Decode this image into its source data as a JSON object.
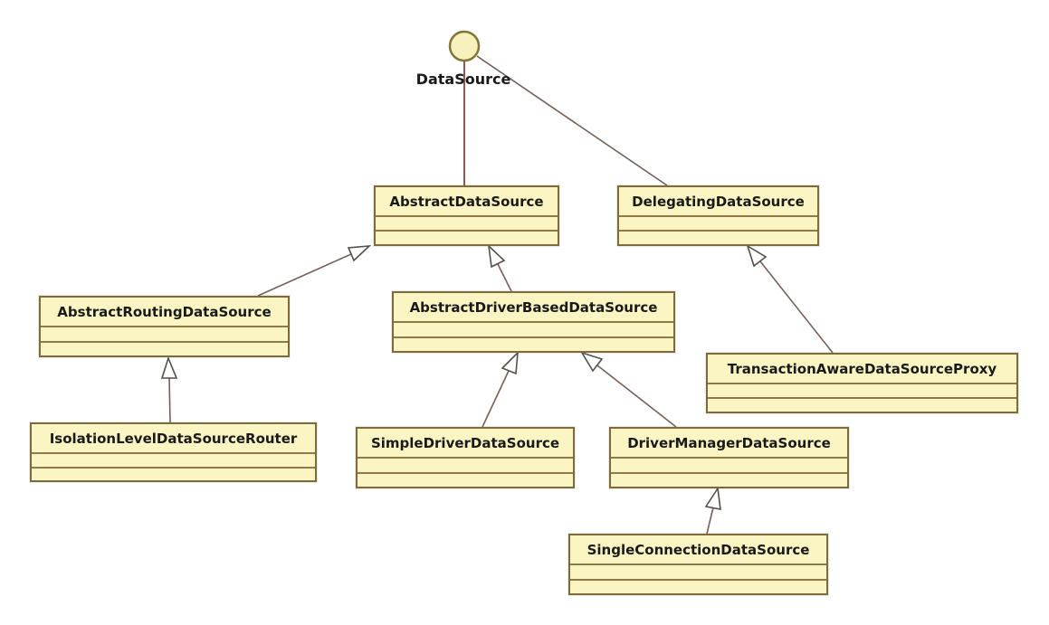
{
  "diagram": {
    "kind": "uml-class-diagram",
    "interface": {
      "name": "DataSource"
    },
    "classes": [
      {
        "name": "AbstractDataSource"
      },
      {
        "name": "DelegatingDataSource"
      },
      {
        "name": "AbstractRoutingDataSource"
      },
      {
        "name": "AbstractDriverBasedDataSource"
      },
      {
        "name": "TransactionAwareDataSourceProxy"
      },
      {
        "name": "IsolationLevelDataSourceRouter"
      },
      {
        "name": "SimpleDriverDataSource"
      },
      {
        "name": "DriverManagerDataSource"
      },
      {
        "name": "SingleConnectionDataSource"
      }
    ],
    "relations": [
      {
        "from": "AbstractDataSource",
        "to": "DataSource",
        "type": "realization"
      },
      {
        "from": "DelegatingDataSource",
        "to": "DataSource",
        "type": "realization"
      },
      {
        "from": "AbstractRoutingDataSource",
        "to": "AbstractDataSource",
        "type": "generalization"
      },
      {
        "from": "AbstractDriverBasedDataSource",
        "to": "AbstractDataSource",
        "type": "generalization"
      },
      {
        "from": "TransactionAwareDataSourceProxy",
        "to": "DelegatingDataSource",
        "type": "generalization"
      },
      {
        "from": "IsolationLevelDataSourceRouter",
        "to": "AbstractRoutingDataSource",
        "type": "generalization"
      },
      {
        "from": "SimpleDriverDataSource",
        "to": "AbstractDriverBasedDataSource",
        "type": "generalization"
      },
      {
        "from": "DriverManagerDataSource",
        "to": "AbstractDriverBasedDataSource",
        "type": "generalization"
      },
      {
        "from": "SingleConnectionDataSource",
        "to": "DriverManagerDataSource",
        "type": "generalization"
      }
    ],
    "colors": {
      "box_fill": "#faf5c2",
      "box_border": "#7d6b3e",
      "interface_circle_fill": "#f7f1bd",
      "interface_circle_border": "#857539",
      "line": "#7d6058",
      "realization_line": "#8a5a52",
      "triangle_stroke": "#55504a",
      "text": "#1a1a1a",
      "background": "#ffffff"
    }
  }
}
